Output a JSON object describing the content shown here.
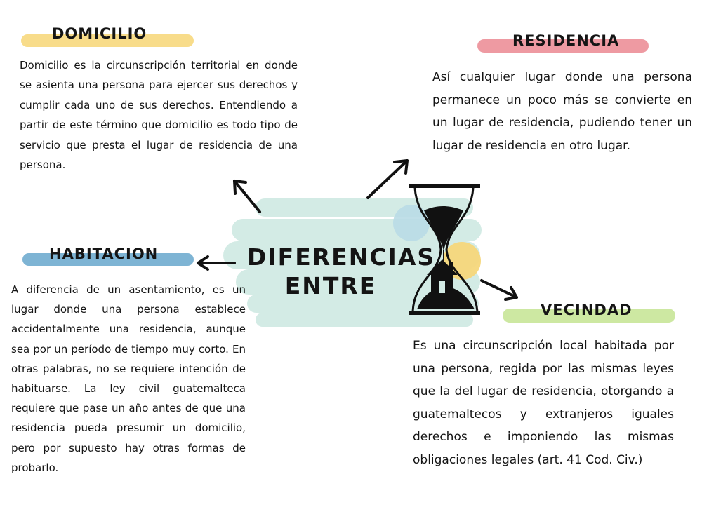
{
  "center": {
    "line1": "DIFERENCIAS",
    "line2": "ENTRE"
  },
  "colors": {
    "domicilio": "#f8dc8a",
    "residencia": "#ee9aa2",
    "habitacion": "#7eb4d4",
    "vecindad": "#cde8a2",
    "center_brush": "#d3ebe5",
    "sand": "#111111"
  },
  "icons": [
    "hourglass-icon",
    "house-icon",
    "arrow-icon"
  ],
  "sections": {
    "domicilio": {
      "title": "DOMICILIO",
      "text": "Domicilio es la circunscripción territorial en donde se asienta una persona para ejercer sus derechos y cumplir cada uno de sus derechos. Entendiendo a partir de este término que domicilio es todo tipo de servicio que presta el lugar de residencia de una persona."
    },
    "residencia": {
      "title": "RESIDENCIA",
      "text": "Así cualquier lugar donde una persona permanece un poco más se convierte en un lugar de residencia, pudiendo tener un lugar de residencia en otro lugar."
    },
    "habitacion": {
      "title": "HABITACION",
      "text": "A diferencia de un asentamiento, es un lugar donde una persona establece accidentalmente una residencia, aunque sea por un período de tiempo muy corto. En otras palabras, no se requiere intención de habituarse. La ley civil guatemalteca requiere que pase un año antes de que una residencia pueda presumir un domicilio, pero por supuesto hay otras formas de probarlo."
    },
    "vecindad": {
      "title": "VECINDAD",
      "text": "Es una circunscripción local habitada por una persona, regida por las mismas leyes que la del lugar de residencia, otorgando a guatemaltecos y extranjeros iguales derechos e imponiendo las mismas obligaciones legales (art. 41 Cod. Civ.)"
    }
  }
}
